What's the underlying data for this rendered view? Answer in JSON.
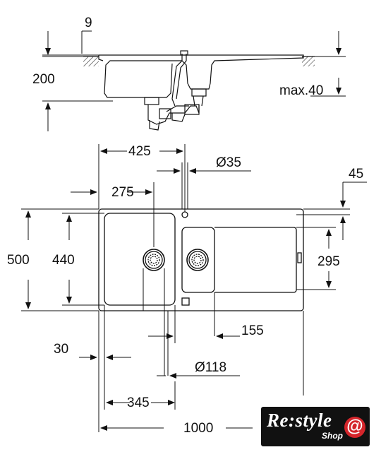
{
  "side_view": {
    "dim_9": "9",
    "dim_200": "200",
    "dim_max40": "max.40"
  },
  "top_view": {
    "dim_425": "425",
    "dim_d35": "Ø35",
    "dim_45": "45",
    "dim_275": "275",
    "dim_500": "500",
    "dim_440": "440",
    "dim_295": "295",
    "dim_155": "155",
    "dim_30": "30",
    "dim_d118": "Ø118",
    "dim_345": "345",
    "dim_1000": "1000"
  },
  "logo": {
    "main": "Re:style",
    "sub": "Shop",
    "at": "@"
  },
  "colors": {
    "line": "#111111",
    "logo_bg": "#111111",
    "logo_accent": "#d4252b"
  }
}
